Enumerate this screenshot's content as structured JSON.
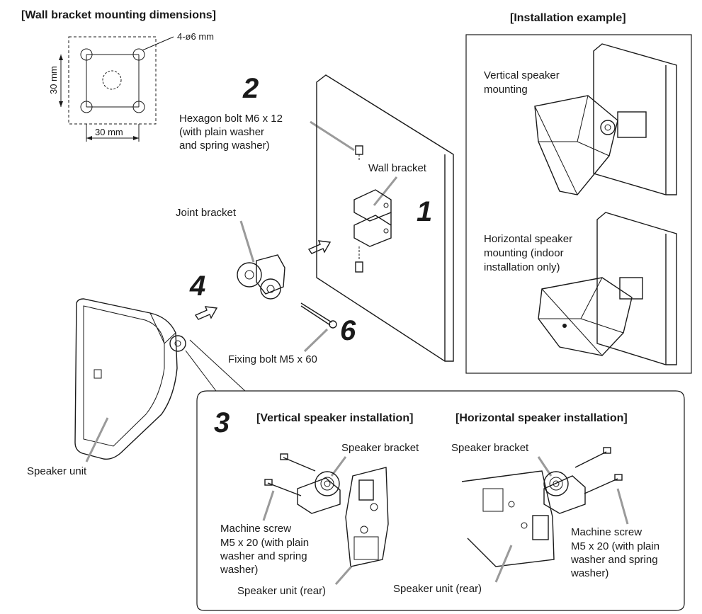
{
  "dimensions": {
    "title": "[Wall bracket mounting dimensions]",
    "holes_label": "4-ø6 mm",
    "vertical_label": "30 mm",
    "horizontal_label": "30 mm"
  },
  "installation_example": {
    "title": "[Installation example]",
    "vertical_label_1": "Vertical speaker",
    "vertical_label_2": "mounting",
    "horizontal_label_1": "Horizontal speaker",
    "horizontal_label_2": "mounting (indoor",
    "horizontal_label_3": "installation only)"
  },
  "steps": {
    "s1": "1",
    "s2": "2",
    "s3": "3",
    "s4": "4",
    "s6": "6"
  },
  "labels": {
    "hex_bolt_1": "Hexagon bolt M6 x 12",
    "hex_bolt_2": "(with plain washer",
    "hex_bolt_3": "and spring washer)",
    "wall_bracket": "Wall bracket",
    "joint_bracket": "Joint bracket",
    "fixing_bolt": "Fixing bolt M5 x 60",
    "speaker_unit": "Speaker unit"
  },
  "detail": {
    "vertical_title": "[Vertical speaker installation]",
    "horizontal_title": "[Horizontal speaker installation]",
    "speaker_bracket_left": "Speaker bracket",
    "speaker_bracket_right": "Speaker bracket",
    "machine_screw_left_1": "Machine screw",
    "machine_screw_left_2": "M5 x 20 (with plain",
    "machine_screw_left_3": "washer and spring",
    "machine_screw_left_4": "washer)",
    "machine_screw_right_1": "Machine screw",
    "machine_screw_right_2": "M5 x 20 (with plain",
    "machine_screw_right_3": "washer and spring",
    "machine_screw_right_4": "washer)",
    "speaker_rear_left": "Speaker unit (rear)",
    "speaker_rear_right": "Speaker unit (rear)"
  }
}
